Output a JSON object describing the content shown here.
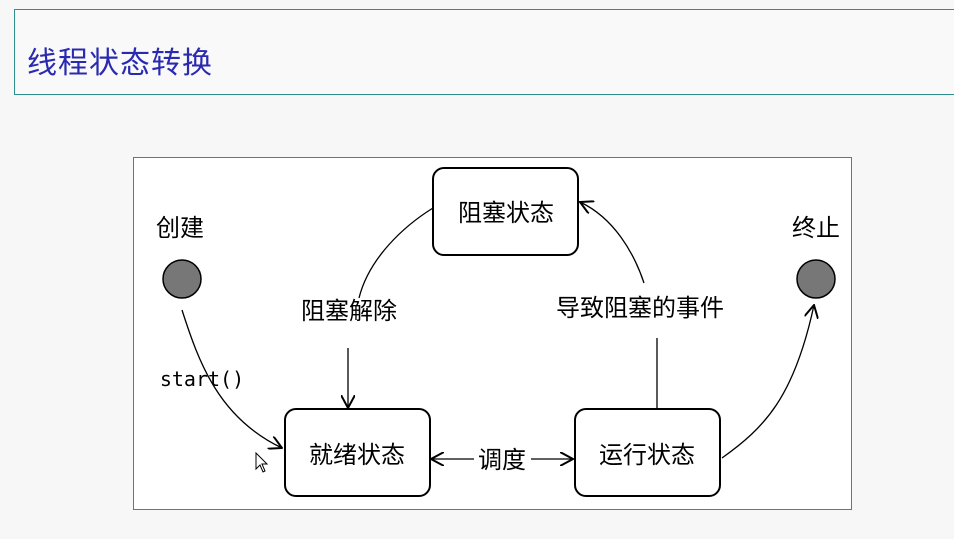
{
  "slide": {
    "title": "线程状态转换"
  },
  "diagram": {
    "start_label": "创建",
    "end_label": "终止",
    "states": {
      "blocked": "阻塞状态",
      "ready": "就绪状态",
      "running": "运行状态"
    },
    "transitions": {
      "start": "start()",
      "unblock": "阻塞解除",
      "block_event": "导致阻塞的事件",
      "schedule": "调度"
    }
  },
  "colors": {
    "title_text": "#2a2ab0",
    "frame_border": "#2f8f8f",
    "node_fill": "#777777"
  }
}
